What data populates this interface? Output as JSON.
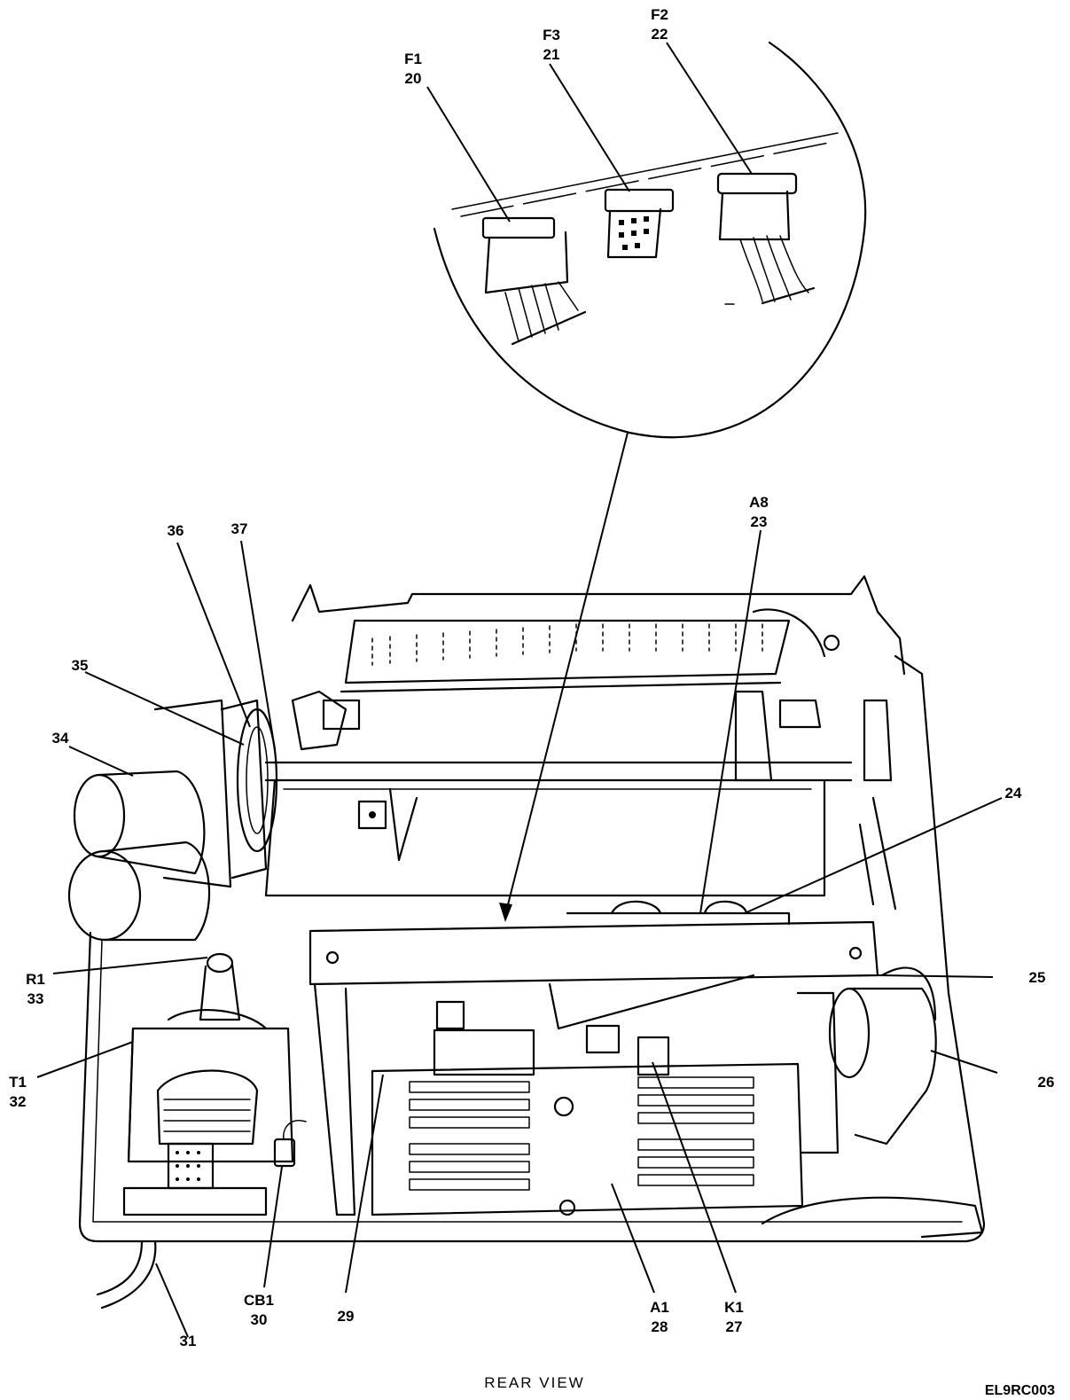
{
  "diagram": {
    "caption": "REAR VIEW",
    "figure_id": "EL9RC003",
    "callouts": [
      {
        "id": "f1",
        "ref": "F1",
        "item": "20"
      },
      {
        "id": "f3",
        "ref": "F3",
        "item": "21"
      },
      {
        "id": "f2",
        "ref": "F2",
        "item": "22"
      },
      {
        "id": "a8",
        "ref": "A8",
        "item": "23"
      },
      {
        "id": "c24",
        "ref": "",
        "item": "24"
      },
      {
        "id": "c25",
        "ref": "",
        "item": "25"
      },
      {
        "id": "c26",
        "ref": "",
        "item": "26"
      },
      {
        "id": "k1",
        "ref": "K1",
        "item": "27"
      },
      {
        "id": "a1",
        "ref": "A1",
        "item": "28"
      },
      {
        "id": "c29",
        "ref": "",
        "item": "29"
      },
      {
        "id": "cb1",
        "ref": "CB1",
        "item": "30"
      },
      {
        "id": "c31",
        "ref": "",
        "item": "31"
      },
      {
        "id": "t1",
        "ref": "T1",
        "item": "32"
      },
      {
        "id": "r1",
        "ref": "R1",
        "item": "33"
      },
      {
        "id": "c34",
        "ref": "",
        "item": "34"
      },
      {
        "id": "c35",
        "ref": "",
        "item": "35"
      },
      {
        "id": "c36",
        "ref": "",
        "item": "36"
      },
      {
        "id": "c37",
        "ref": "",
        "item": "37"
      }
    ]
  }
}
